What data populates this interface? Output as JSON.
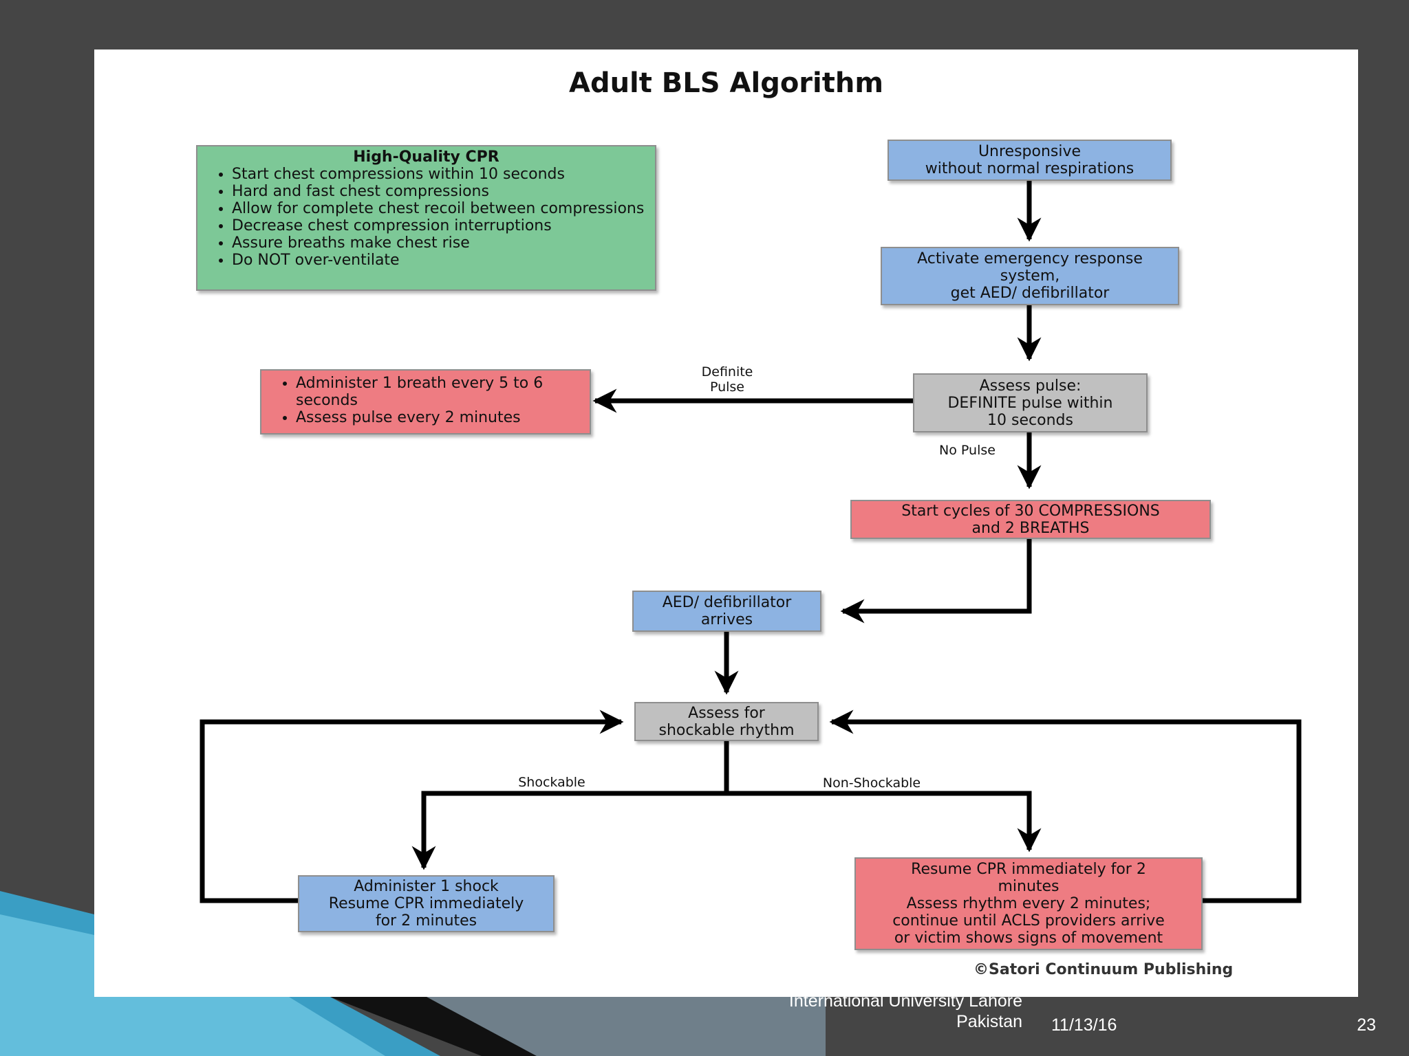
{
  "title": "Adult BLS Algorithm",
  "high_quality_cpr": {
    "heading": "High-Quality CPR",
    "items": [
      "Start chest compressions within 10 seconds",
      "Hard and fast chest compressions",
      "Allow for complete chest recoil between compressions",
      "Decrease chest compression interruptions",
      "Assure breaths make chest rise",
      "Do NOT over-ventilate"
    ]
  },
  "steps": {
    "unresponsive": [
      "Unresponsive",
      "without normal respirations"
    ],
    "activate_ems": [
      "Activate emergency response",
      "system,",
      "get AED/ defibrillator"
    ],
    "assess_pulse": [
      "Assess pulse:",
      "DEFINITE pulse within",
      "10 seconds"
    ],
    "rescue_breathing": [
      "Administer 1 breath every 5 to 6 seconds",
      "Assess pulse every 2 minutes"
    ],
    "start_cycles": [
      "Start cycles of 30 COMPRESSIONS",
      "and 2 BREATHS"
    ],
    "aed_arrives": [
      "AED/ defibrillator",
      "arrives"
    ],
    "assess_rhythm": [
      "Assess for",
      "shockable rhythm"
    ],
    "administer_shock": [
      "Administer 1 shock",
      "Resume CPR immediately",
      "for 2 minutes"
    ],
    "resume_cpr": [
      "Resume CPR immediately for 2",
      "minutes",
      "Assess rhythm every 2 minutes;",
      "continue until ACLS providers arrive",
      "or victim shows signs of movement"
    ]
  },
  "edge_labels": {
    "definite_pulse": [
      "Definite",
      "Pulse"
    ],
    "no_pulse": "No Pulse",
    "shockable": "Shockable",
    "non_shockable": "Non-Shockable"
  },
  "copyright": "©Satori Continuum Publishing",
  "footer": {
    "institution_line1": "International University Lahore",
    "institution_line2": "Pakistan",
    "date": "11/13/16",
    "page_number": "23"
  }
}
